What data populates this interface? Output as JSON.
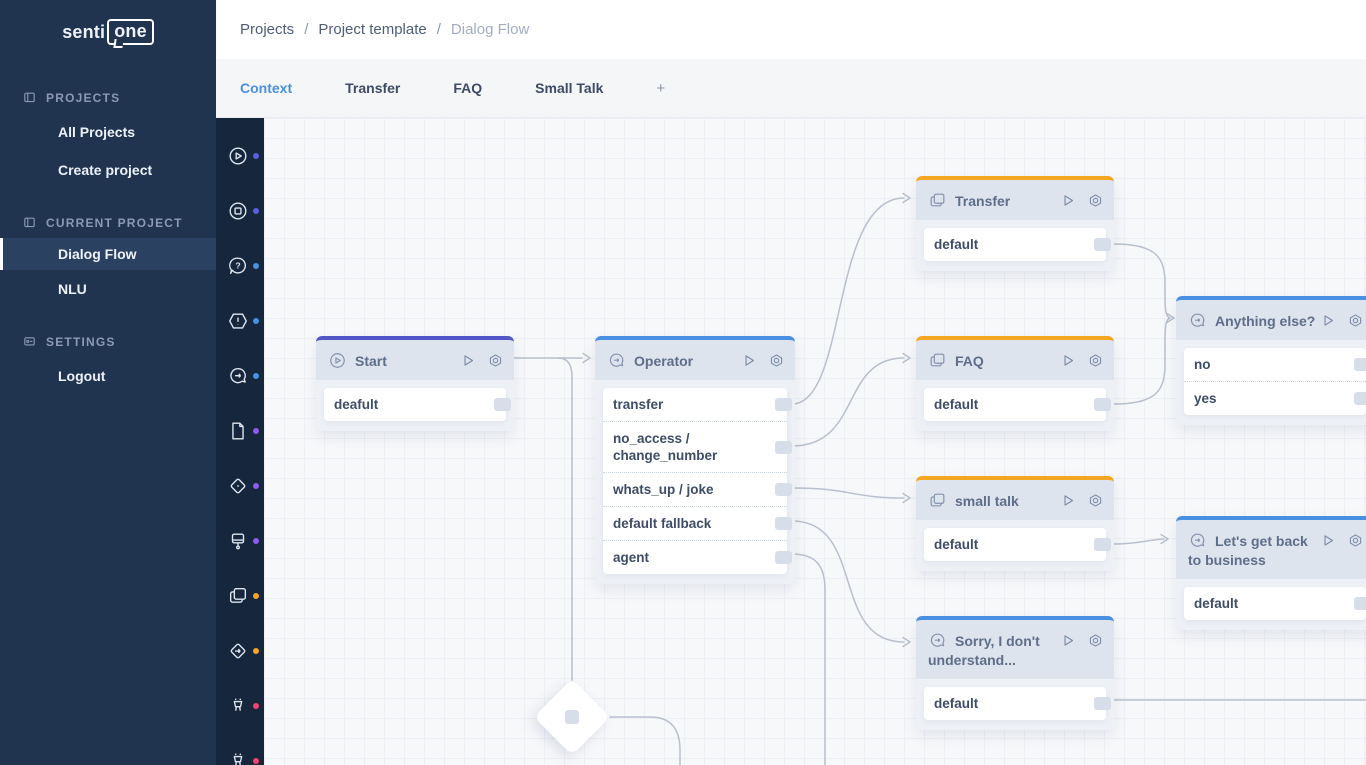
{
  "brand": {
    "logo_prefix": "senti",
    "logo_suffix": "one"
  },
  "sidebar": {
    "sections": [
      {
        "label": "PROJECTS",
        "items": [
          {
            "label": "All Projects"
          },
          {
            "label": "Create project"
          }
        ]
      },
      {
        "label": "CURRENT PROJECT",
        "items": [
          {
            "label": "Dialog Flow",
            "selected": true
          },
          {
            "label": "NLU"
          }
        ]
      },
      {
        "label": "SETTINGS",
        "items": [
          {
            "label": "Logout"
          }
        ]
      }
    ]
  },
  "breadcrumb": {
    "items": [
      "Projects",
      "Project template",
      "Dialog Flow"
    ],
    "separator": "/"
  },
  "tabs": {
    "items": [
      "Context",
      "Transfer",
      "FAQ",
      "Small Talk"
    ],
    "active": "Context",
    "add_label": "+"
  },
  "palette": {
    "accent_blue": "#4a90e2",
    "accent_indigo": "#5256c9",
    "accent_orange": "#f5a623",
    "accent_purple": "#8c5cf0",
    "accent_pink": "#f5426c",
    "sidebar_bg": "#203450",
    "strip_bg": "#16263d",
    "canvas_bg": "#f7f8fa",
    "edge": "#b8c0cd"
  },
  "toolbar": {
    "icons": [
      {
        "name": "start-node",
        "dot": "#5a5fe0"
      },
      {
        "name": "end-node",
        "dot": "#5a5fe0"
      },
      {
        "name": "question-node",
        "dot": "#4a90e2"
      },
      {
        "name": "warning-node",
        "dot": "#4a90e2"
      },
      {
        "name": "message-node",
        "dot": "#4a90e2"
      },
      {
        "name": "document-node",
        "dot": "#8c5cf0"
      },
      {
        "name": "decision-node",
        "dot": "#8c5cf0"
      },
      {
        "name": "paint-node",
        "dot": "#8c5cf0"
      },
      {
        "name": "cards-node",
        "dot": "#f5a623"
      },
      {
        "name": "redirect-node",
        "dot": "#f5a623"
      },
      {
        "name": "plug-node",
        "dot": "#f5426c"
      },
      {
        "name": "integration-node",
        "dot": "#f5426c"
      }
    ]
  },
  "canvas": {
    "nodes": [
      {
        "id": "start",
        "title": "Start",
        "accent": "indigo",
        "icon": "play-circle",
        "rows": [
          {
            "label": "deafult"
          }
        ]
      },
      {
        "id": "operator",
        "title": "Operator",
        "accent": "blue",
        "icon": "chat-arrow",
        "rows": [
          {
            "label": "transfer"
          },
          {
            "label": "no_access / change_number"
          },
          {
            "label": "whats_up / joke"
          },
          {
            "label": "default fallback"
          },
          {
            "label": "agent"
          }
        ]
      },
      {
        "id": "transfer",
        "title": "Transfer",
        "accent": "orange",
        "icon": "cards",
        "rows": [
          {
            "label": "default"
          }
        ]
      },
      {
        "id": "faq",
        "title": "FAQ",
        "accent": "orange",
        "icon": "cards",
        "rows": [
          {
            "label": "default"
          }
        ]
      },
      {
        "id": "small-talk",
        "title": "small talk",
        "accent": "orange",
        "icon": "cards",
        "rows": [
          {
            "label": "default"
          }
        ]
      },
      {
        "id": "sorry",
        "title": "Sorry, I don't understand...",
        "accent": "blue",
        "icon": "chat-arrow",
        "rows": [
          {
            "label": "default"
          }
        ]
      },
      {
        "id": "anything-else",
        "title": "Anything else?",
        "accent": "blue",
        "icon": "chat-arrow",
        "rows": [
          {
            "label": "no"
          },
          {
            "label": "yes"
          }
        ]
      },
      {
        "id": "back-to-business",
        "title": "Let's get back to business",
        "accent": "blue",
        "icon": "chat-arrow",
        "rows": [
          {
            "label": "default"
          }
        ]
      }
    ]
  }
}
